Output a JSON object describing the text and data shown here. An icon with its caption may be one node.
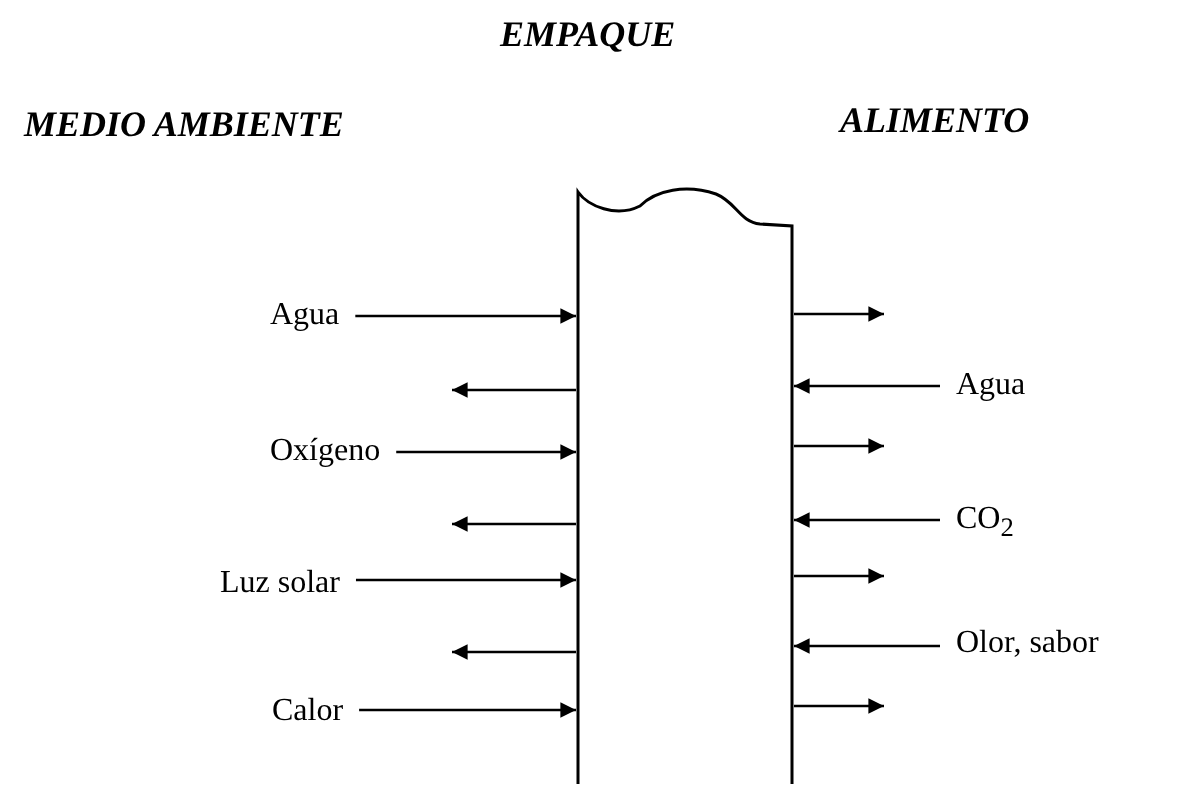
{
  "diagram": {
    "nodes": [
      {
        "text": [
          "EMPAQUE"
        ]
      },
      {
        "text": [
          "Agua"
        ]
      },
      {
        "text": [
          "Oxígeno"
        ]
      },
      {
        "text": [
          "Luz solar"
        ]
      },
      {
        "text": [
          "Calor"
        ]
      },
      {
        "text": [
          "Agua"
        ]
      },
      {
        "text": [
          "CO$_{2}$"
        ]
      },
      {
        "text": [
          "Olor, sabor"
        ]
      }
    ],
    "edges": [
      {
        "from": 1,
        "to": 0,
        "arrow": "to"
      },
      {
        "from": 0,
        "to": null,
        "arrow": "to"
      },
      {
        "from": 0,
        "to": null,
        "arrow": "to"
      },
      {
        "from": 5,
        "to": 0,
        "arrow": "to"
      },
      {
        "from": 2,
        "to": 0,
        "arrow": "to"
      },
      {
        "from": 0,
        "to": null,
        "arrow": "to"
      },
      {
        "from": 0,
        "to": null,
        "arrow": "to"
      },
      {
        "from": 6,
        "to": 0,
        "arrow": "to"
      },
      {
        "from": 3,
        "to": 0,
        "arrow": "to"
      },
      {
        "from": 0,
        "to": null,
        "arrow": "to"
      },
      {
        "from": 0,
        "to": null,
        "arrow": "to"
      },
      {
        "from": 7,
        "to": 0,
        "arrow": "to"
      },
      {
        "from": 4,
        "to": 0,
        "arrow": "to"
      },
      {
        "from": 0,
        "to": null,
        "arrow": "to"
      }
    ],
    "labels": [
      "MEDIO AMBIENTE",
      "ALIMENTO"
    ]
  }
}
